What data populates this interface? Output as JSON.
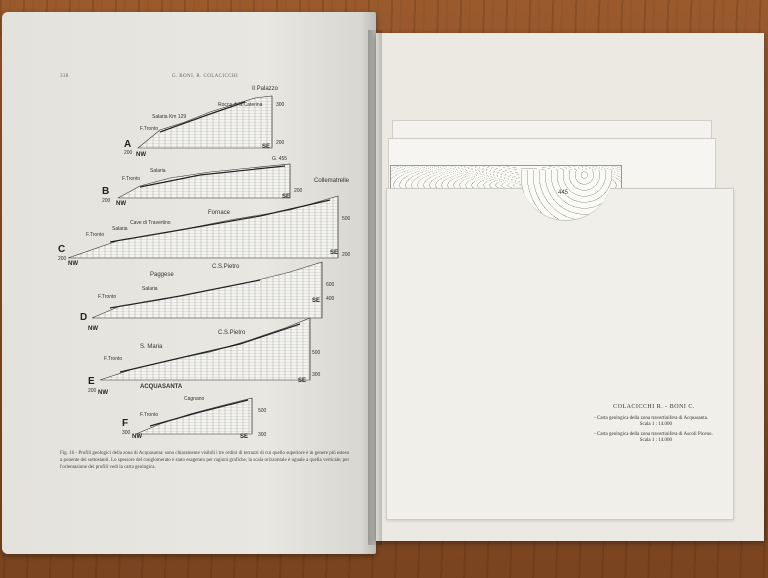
{
  "book": {
    "page_number": "338",
    "running_head": "G. BONI, R. COLACICCHI"
  },
  "figure": {
    "profiles": [
      {
        "letter": "A",
        "left": "NW",
        "right": "SE",
        "left_num": "200",
        "right_nums": [
          "300",
          "200"
        ],
        "labels": [
          "Il Palazzo",
          "Rocca di S.Caterina",
          "Salaria Km 129",
          "F.Tronto"
        ]
      },
      {
        "letter": "B",
        "left": "NW",
        "right": "SE",
        "left_num": "200",
        "right_nums": [
          "G. 455",
          "200"
        ],
        "labels": [
          "Salaria",
          "F.Tronto"
        ]
      },
      {
        "letter": "C",
        "left": "NW",
        "right": "SE",
        "left_num": "200",
        "right_nums": [
          "500",
          "200"
        ],
        "labels": [
          "Collematrelle",
          "Fornace",
          "Cave di Travertino",
          "Salaria",
          "F.Tronto"
        ]
      },
      {
        "letter": "D",
        "left": "NW",
        "right": "SE",
        "left_num": "",
        "right_nums": [
          "600",
          "400"
        ],
        "labels": [
          "C.S.Pietro",
          "Paggese",
          "Salaria",
          "F.Tronto"
        ]
      },
      {
        "letter": "E",
        "left": "NW",
        "right": "SE",
        "left_num": "200",
        "right_nums": [
          "500",
          "300"
        ],
        "labels": [
          "C.S.Pietro",
          "S. Maria",
          "F.Tronto"
        ]
      },
      {
        "letter": "F",
        "left": "NW",
        "right": "SE",
        "left_num": "300",
        "right_nums": [
          "500",
          "300"
        ],
        "labels": [
          "ACQUASANTA",
          "Cagnano",
          "F.Tronto"
        ]
      }
    ],
    "caption": "Fig. 16 - Profili geologici della zona di Acquasanta: sono chiaramente visibili i tre ordini di terrazzi di cui quello superiore è in genere più esteso a ponente dei sottostanti. Lo spessore del conglomerato è stato esagerato per ragioni grafiche; la scala orizzontale è uguale a quella verticale; per l'orientazione dei profili vedi la carta geologica."
  },
  "insert": {
    "map_number": "445",
    "authors": "COLACICCHI R. - BONI C.",
    "entries": [
      {
        "text": "- Carta geologica della zona travertinifera di Acquasanta.",
        "scale": "Scala 1 : 14.000"
      },
      {
        "text": "- Carta geologica della zona travertinifera di Ascoli Piceno.",
        "scale": "Scala 1 : 14.000"
      }
    ]
  },
  "colors": {
    "wood": "#8a4f26",
    "paper": "#e9e7e2",
    "board": "#ebe9e2"
  }
}
